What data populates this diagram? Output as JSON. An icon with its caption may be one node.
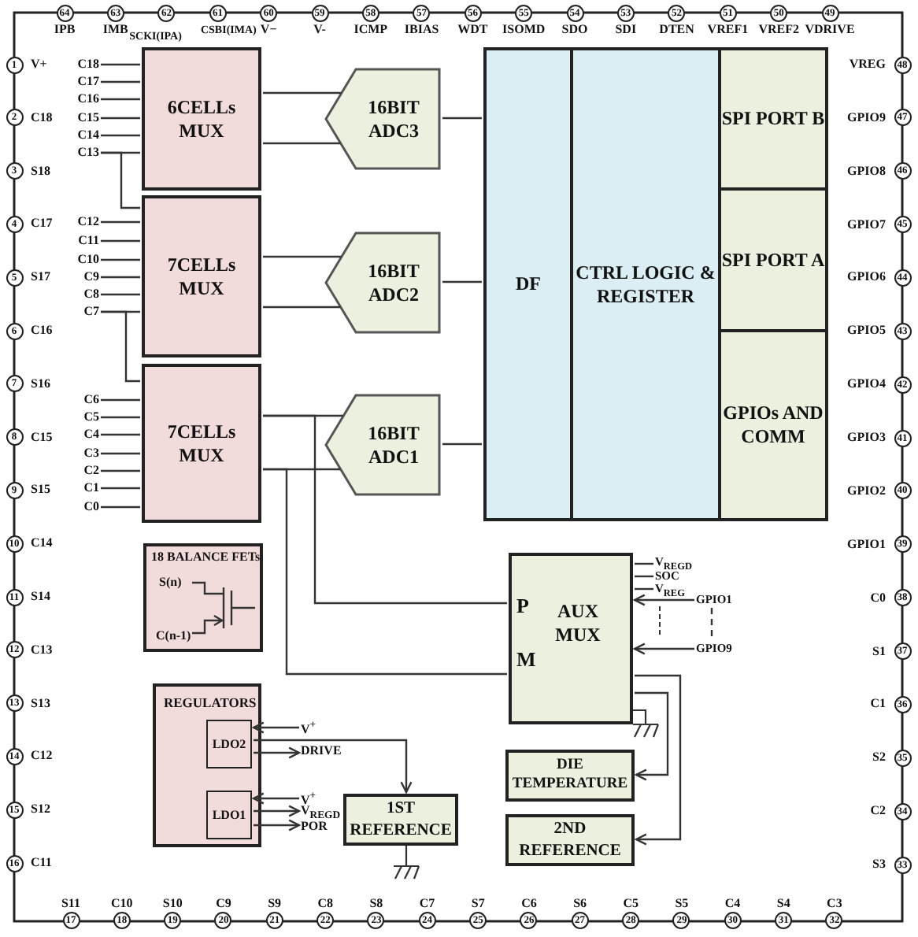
{
  "diagram": {
    "nodes": [
      {
        "text": [
          "64"
        ],
        "beside": [
          "IPB"
        ]
      },
      {
        "text": [
          "63"
        ],
        "beside": [
          "IMB"
        ]
      },
      {
        "text": [
          "62"
        ],
        "beside": [
          "SCKI(IPA)"
        ]
      },
      {
        "text": [
          "61"
        ],
        "beside": [
          "CSBI(IMA)"
        ]
      },
      {
        "text": [
          "60"
        ],
        "beside": [
          "V−"
        ]
      },
      {
        "text": [
          "59"
        ],
        "beside": [
          "V-"
        ]
      },
      {
        "text": [
          "58"
        ],
        "beside": [
          "ICMP"
        ]
      },
      {
        "text": [
          "57"
        ],
        "beside": [
          "IBIAS"
        ]
      },
      {
        "text": [
          "56"
        ],
        "beside": [
          "WDT"
        ]
      },
      {
        "text": [
          "55"
        ],
        "beside": [
          "ISOMD"
        ]
      },
      {
        "text": [
          "54"
        ],
        "beside": [
          "SDO"
        ]
      },
      {
        "text": [
          "53"
        ],
        "beside": [
          "SDI"
        ]
      },
      {
        "text": [
          "52"
        ],
        "beside": [
          "DTEN"
        ]
      },
      {
        "text": [
          "51"
        ],
        "beside": [
          "VREF1"
        ]
      },
      {
        "text": [
          "50"
        ],
        "beside": [
          "VREF2"
        ]
      },
      {
        "text": [
          "49"
        ],
        "beside": [
          "VDRIVE"
        ]
      },
      {
        "text": [
          "1"
        ],
        "beside": [
          "V+"
        ]
      },
      {
        "text": [
          "2"
        ],
        "beside": [
          "C18"
        ]
      },
      {
        "text": [
          "3"
        ],
        "beside": [
          "S18"
        ]
      },
      {
        "text": [
          "4"
        ],
        "beside": [
          "C17"
        ]
      },
      {
        "text": [
          "5"
        ],
        "beside": [
          "S17"
        ]
      },
      {
        "text": [
          "6"
        ],
        "beside": [
          "C16"
        ]
      },
      {
        "text": [
          "7"
        ],
        "beside": [
          "S16"
        ]
      },
      {
        "text": [
          "8"
        ],
        "beside": [
          "C15"
        ]
      },
      {
        "text": [
          "9"
        ],
        "beside": [
          "S15"
        ]
      },
      {
        "text": [
          "10"
        ],
        "beside": [
          "C14"
        ]
      },
      {
        "text": [
          "11"
        ],
        "beside": [
          "S14"
        ]
      },
      {
        "text": [
          "12"
        ],
        "beside": [
          "C13"
        ]
      },
      {
        "text": [
          "13"
        ],
        "beside": [
          "S13"
        ]
      },
      {
        "text": [
          "14"
        ],
        "beside": [
          "C12"
        ]
      },
      {
        "text": [
          "15"
        ],
        "beside": [
          "S12"
        ]
      },
      {
        "text": [
          "16"
        ],
        "beside": [
          "C11"
        ]
      },
      {
        "text": [
          "48"
        ],
        "beside": [
          "VREG"
        ]
      },
      {
        "text": [
          "47"
        ],
        "beside": [
          "GPIO9"
        ]
      },
      {
        "text": [
          "46"
        ],
        "beside": [
          "GPIO8"
        ]
      },
      {
        "text": [
          "45"
        ],
        "beside": [
          "GPIO7"
        ]
      },
      {
        "text": [
          "44"
        ],
        "beside": [
          "GPIO6"
        ]
      },
      {
        "text": [
          "43"
        ],
        "beside": [
          "GPIO5"
        ]
      },
      {
        "text": [
          "42"
        ],
        "beside": [
          "GPIO4"
        ]
      },
      {
        "text": [
          "41"
        ],
        "beside": [
          "GPIO3"
        ]
      },
      {
        "text": [
          "40"
        ],
        "beside": [
          "GPIO2"
        ]
      },
      {
        "text": [
          "39"
        ],
        "beside": [
          "GPIO1"
        ]
      },
      {
        "text": [
          "38"
        ],
        "beside": [
          "C0"
        ]
      },
      {
        "text": [
          "37"
        ],
        "beside": [
          "S1"
        ]
      },
      {
        "text": [
          "36"
        ],
        "beside": [
          "C1"
        ]
      },
      {
        "text": [
          "35"
        ],
        "beside": [
          "S2"
        ]
      },
      {
        "text": [
          "34"
        ],
        "beside": [
          "C2"
        ]
      },
      {
        "text": [
          "33"
        ],
        "beside": [
          "S3"
        ]
      },
      {
        "text": [
          "17"
        ],
        "beside": [
          "S11"
        ]
      },
      {
        "text": [
          "18"
        ],
        "beside": [
          "C10"
        ]
      },
      {
        "text": [
          "19"
        ],
        "beside": [
          "S10"
        ]
      },
      {
        "text": [
          "20"
        ],
        "beside": [
          "C9"
        ]
      },
      {
        "text": [
          "21"
        ],
        "beside": [
          "S9"
        ]
      },
      {
        "text": [
          "22"
        ],
        "beside": [
          "C8"
        ]
      },
      {
        "text": [
          "23"
        ],
        "beside": [
          "S8"
        ]
      },
      {
        "text": [
          "24"
        ],
        "beside": [
          "C7"
        ]
      },
      {
        "text": [
          "25"
        ],
        "beside": [
          "S7"
        ]
      },
      {
        "text": [
          "26"
        ],
        "beside": [
          "C6"
        ]
      },
      {
        "text": [
          "27"
        ],
        "beside": [
          "S6"
        ]
      },
      {
        "text": [
          "28"
        ],
        "beside": [
          "C5"
        ]
      },
      {
        "text": [
          "29"
        ],
        "beside": [
          "S5"
        ]
      },
      {
        "text": [
          "30"
        ],
        "beside": [
          "C4"
        ]
      },
      {
        "text": [
          "31"
        ],
        "beside": [
          "S4"
        ]
      },
      {
        "text": [
          "32"
        ],
        "beside": [
          "C3"
        ]
      },
      {
        "text": [
          "6CELLs MUX"
        ]
      },
      {
        "text": [
          "7CELLs MUX"
        ]
      },
      {
        "text": [
          "7CELLs MUX"
        ]
      },
      {
        "text": [
          "16BIT ADC3"
        ]
      },
      {
        "text": [
          "16BIT ADC2"
        ]
      },
      {
        "text": [
          "16BIT ADC1"
        ]
      },
      {
        "text": [
          "DF"
        ]
      },
      {
        "text": [
          "CTRL LOGIC & REGISTER"
        ]
      },
      {
        "text": [
          "SPI PORT B"
        ]
      },
      {
        "text": [
          "SPI PORT A"
        ]
      },
      {
        "text": [
          "GPIOs AND COMM"
        ]
      },
      {
        "text": [
          "18 BALANCE FETs",
          "S(n)",
          "C(n-1)"
        ]
      },
      {
        "text": [
          "P",
          "AUX MUX",
          "M"
        ]
      },
      {
        "text": [
          "REGULATORS"
        ]
      },
      {
        "text": [
          "LDO2"
        ],
        "in": 77
      },
      {
        "text": [
          "LDO1"
        ],
        "in": 77
      },
      {
        "text": [
          "1ST REFERENCE"
        ]
      },
      {
        "text": [
          "DIE TEMPERATURE"
        ]
      },
      {
        "text": [
          "2ND REFERENCE"
        ]
      },
      {
        "text": [
          "C18"
        ]
      },
      {
        "text": [
          "C17"
        ]
      },
      {
        "text": [
          "C16"
        ]
      },
      {
        "text": [
          "C15"
        ]
      },
      {
        "text": [
          "C14"
        ]
      },
      {
        "text": [
          "C13"
        ]
      },
      {
        "text": [
          "C12"
        ]
      },
      {
        "text": [
          "C11"
        ]
      },
      {
        "text": [
          "C10"
        ]
      },
      {
        "text": [
          "C9"
        ]
      },
      {
        "text": [
          "C8"
        ]
      },
      {
        "text": [
          "C7"
        ]
      },
      {
        "text": [
          "C6"
        ]
      },
      {
        "text": [
          "C5"
        ]
      },
      {
        "text": [
          "C4"
        ]
      },
      {
        "text": [
          "C3"
        ]
      },
      {
        "text": [
          "C2"
        ]
      },
      {
        "text": [
          "C1"
        ]
      },
      {
        "text": [
          "C0"
        ]
      },
      {
        "text": [
          "V$^{+}$"
        ]
      },
      {
        "text": [
          "DRIVE"
        ]
      },
      {
        "text": [
          "V$^{+}$"
        ]
      },
      {
        "text": [
          "V$_{REGD}$"
        ]
      },
      {
        "text": [
          "POR"
        ]
      },
      {
        "text": [
          "V$_{REGD}$"
        ]
      },
      {
        "text": [
          "SOC"
        ]
      },
      {
        "text": [
          "V$_{REG}$"
        ]
      },
      {
        "text": [
          "GPIO1"
        ]
      },
      {
        "text": [
          "GPIO9"
        ]
      }
    ],
    "edges": [
      {
        "from": 83,
        "to": 64,
        "arrow": "none"
      },
      {
        "from": 84,
        "to": 64,
        "arrow": "none"
      },
      {
        "from": 85,
        "to": 64,
        "arrow": "none"
      },
      {
        "from": 86,
        "to": 64,
        "arrow": "none"
      },
      {
        "from": 87,
        "to": 64,
        "arrow": "none"
      },
      {
        "from": 88,
        "to": 64,
        "arrow": "none"
      },
      {
        "from": 88,
        "to": 65,
        "arrow": "none"
      },
      {
        "from": 89,
        "to": 65,
        "arrow": "none"
      },
      {
        "from": 90,
        "to": 65,
        "arrow": "none"
      },
      {
        "from": 91,
        "to": 65,
        "arrow": "none"
      },
      {
        "from": 92,
        "to": 65,
        "arrow": "none"
      },
      {
        "from": 93,
        "to": 65,
        "arrow": "none"
      },
      {
        "from": 94,
        "to": 65,
        "arrow": "none"
      },
      {
        "from": 94,
        "to": 66,
        "arrow": "none"
      },
      {
        "from": 95,
        "to": 66,
        "arrow": "none"
      },
      {
        "from": 96,
        "to": 66,
        "arrow": "none"
      },
      {
        "from": 97,
        "to": 66,
        "arrow": "none"
      },
      {
        "from": 98,
        "to": 66,
        "arrow": "none"
      },
      {
        "from": 99,
        "to": 66,
        "arrow": "none"
      },
      {
        "from": 100,
        "to": 66,
        "arrow": "none"
      },
      {
        "from": 101,
        "to": 66,
        "arrow": "none"
      },
      {
        "from": 64,
        "to": 67,
        "arrow": "none"
      },
      {
        "from": 64,
        "to": 67,
        "arrow": "none"
      },
      {
        "from": 65,
        "to": 68,
        "arrow": "none"
      },
      {
        "from": 65,
        "to": 68,
        "arrow": "none"
      },
      {
        "from": 66,
        "to": 69,
        "arrow": "none"
      },
      {
        "from": 66,
        "to": 69,
        "arrow": "none"
      },
      {
        "from": 67,
        "to": 70,
        "arrow": "none"
      },
      {
        "from": 68,
        "to": 70,
        "arrow": "none"
      },
      {
        "from": 69,
        "to": 70,
        "arrow": "none"
      },
      {
        "from": 66,
        "to": 76,
        "arrow": "none"
      },
      {
        "from": 66,
        "to": 76,
        "arrow": "none"
      },
      {
        "from": 102,
        "to": 78,
        "arrow": "to"
      },
      {
        "from": 78,
        "to": 103,
        "arrow": "to"
      },
      {
        "from": 78,
        "to": 80,
        "arrow": "to"
      },
      {
        "from": 104,
        "to": 79,
        "arrow": "to"
      },
      {
        "from": 79,
        "to": 105,
        "arrow": "to"
      },
      {
        "from": 79,
        "to": 106,
        "arrow": "to"
      },
      {
        "from": 76,
        "to": 107,
        "arrow": "none"
      },
      {
        "from": 76,
        "to": 108,
        "arrow": "none"
      },
      {
        "from": 76,
        "to": 109,
        "arrow": "none"
      },
      {
        "from": 110,
        "to": 76,
        "arrow": "to"
      },
      {
        "from": 111,
        "to": 76,
        "arrow": "to"
      },
      {
        "from": 76,
        "to": 81,
        "arrow": "to"
      },
      {
        "from": 76,
        "to": 82,
        "arrow": "to"
      },
      {
        "from": 110,
        "to": 111,
        "arrow": "none",
        "style": "dashed"
      }
    ]
  }
}
